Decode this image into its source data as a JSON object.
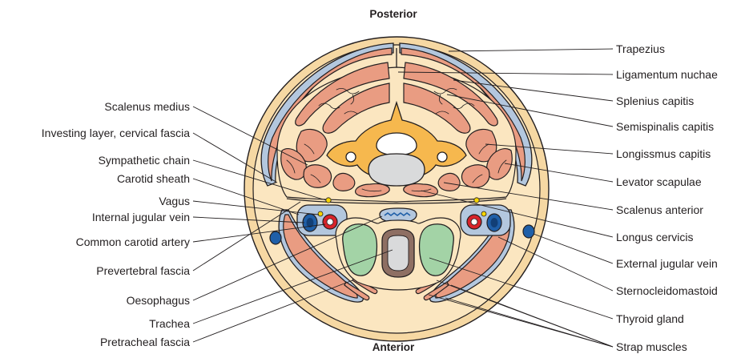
{
  "orientation": {
    "top": "Posterior",
    "bottom": "Anterior"
  },
  "labels_left": [
    "Scalenus medius",
    "Investing layer, cervical fascia",
    "Sympathetic chain",
    "Carotid sheath",
    "Vagus",
    "Internal jugular vein",
    "Common carotid artery",
    "Prevertebral fascia",
    "Oesophagus",
    "Trachea",
    "Pretracheal fascia"
  ],
  "labels_right": [
    "Trapezius",
    "Ligamentum nuchae",
    "Splenius capitis",
    "Semispinalis capitis",
    "Longissmus capitis",
    "Levator scapulae",
    "Scalenus anterior",
    "Longus cervicis",
    "External jugular vein",
    "Sternocleidomastoid",
    "Thyroid gland",
    "Strap muscles"
  ],
  "colors": {
    "skin": "#f6d8a3",
    "fascia_ring": "#fbe6c0",
    "muscle": "#e99c82",
    "fascia_sheath": "#b3c7de",
    "vertebra": "#f6b84e",
    "vein": "#1f5fa8",
    "artery": "#d8232a",
    "thyroid": "#a3d3a6",
    "oesophagus": "#8e6f63",
    "spinal_cord": "#d9dadb",
    "nerve": "#f7d500"
  }
}
